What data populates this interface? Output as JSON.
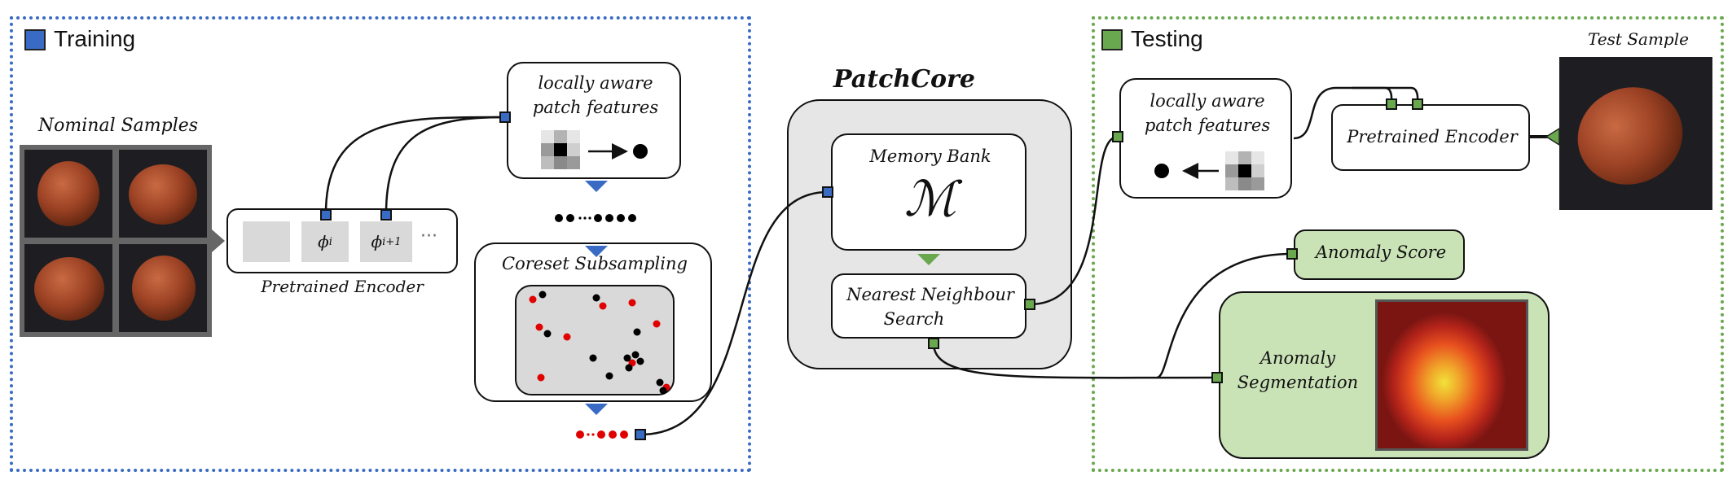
{
  "training": {
    "title": "Training",
    "nominal_samples": "Nominal Samples",
    "pretrained_encoder": "Pretrained Encoder",
    "phi_i": "ϕ",
    "phi_i_sub": "i",
    "phi_i1": "ϕ",
    "phi_i1_sub": "i+1",
    "ellipsis": "···",
    "local_features_line1": "locally aware",
    "local_features_line2": "patch features",
    "coreset": "Coreset Subsampling"
  },
  "patchcore": {
    "title": "PatchCore",
    "memory_bank": "Memory Bank",
    "memory_symbol": "ℳ",
    "nn_line1": "Nearest Neighbour",
    "nn_line2": "Search"
  },
  "testing": {
    "title": "Testing",
    "test_sample": "Test Sample",
    "pretrained_encoder": "Pretrained Encoder",
    "local_features_line1": "locally aware",
    "local_features_line2": "patch features",
    "anomaly_score": "Anomaly Score",
    "anomaly_seg_line1": "Anomaly",
    "anomaly_seg_line2": "Segmentation"
  },
  "colors": {
    "training_blue": "#3a6bc4",
    "testing_green": "#6aa84f",
    "green_fill": "#c9e2b6",
    "panel_gray": "#e6e6e6"
  },
  "icons": [
    "blue-square-icon",
    "green-square-icon",
    "connector-port-icon",
    "downward-triangle-icon"
  ]
}
